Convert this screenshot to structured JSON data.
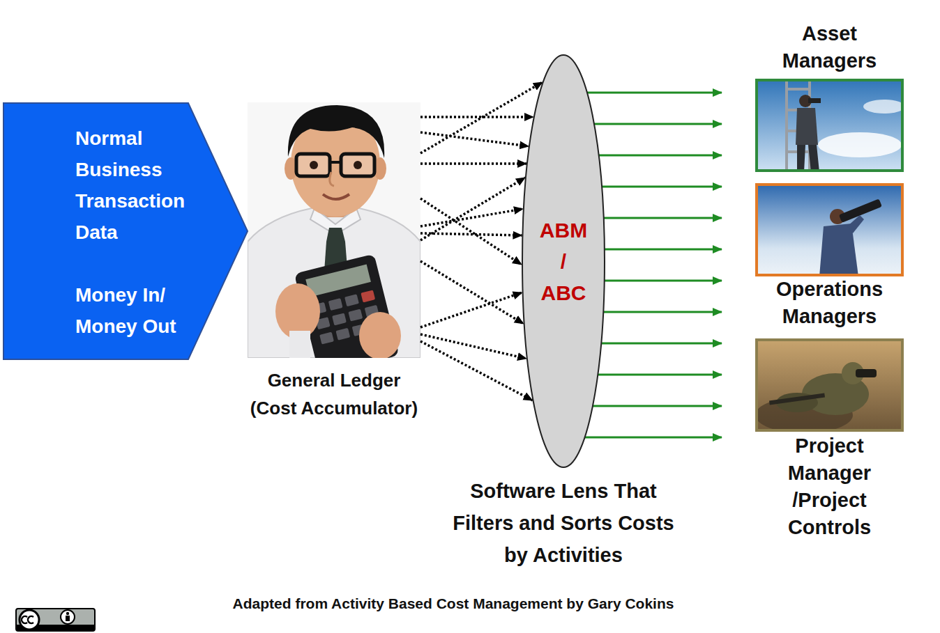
{
  "diagram": {
    "caption": "Adapted from Activity Based Cost Management by Gary Cokins",
    "nodes": [
      {
        "text": [
          "Normal Business Transaction Data",
          "Money In/ Money Out"
        ]
      },
      {
        "text": [
          "General Ledger (Cost Accumulator)"
        ]
      },
      {
        "text": [
          "ABM / ABC",
          "Software Lens That Filters and Sorts Costs by Activities"
        ]
      },
      {
        "text": [
          "Asset Managers"
        ]
      },
      {
        "text": [
          "Operations Managers"
        ]
      },
      {
        "text": [
          "Project Manager /Project Controls"
        ]
      }
    ],
    "edges": [
      {
        "from": 1,
        "to": 2,
        "arrow": "to"
      },
      {
        "from": 1,
        "to": 2,
        "arrow": "to"
      },
      {
        "from": 1,
        "to": 2,
        "arrow": "to"
      },
      {
        "from": 1,
        "to": 2,
        "arrow": "to"
      },
      {
        "from": 1,
        "to": 2,
        "arrow": "to"
      },
      {
        "from": 1,
        "to": 2,
        "arrow": "to"
      },
      {
        "from": 1,
        "to": 2,
        "arrow": "to"
      },
      {
        "from": 1,
        "to": 2,
        "arrow": "to"
      },
      {
        "from": 1,
        "to": 2,
        "arrow": "to"
      },
      {
        "from": 1,
        "to": 2,
        "arrow": "to"
      },
      {
        "from": 1,
        "to": 2,
        "arrow": "to"
      },
      {
        "from": 1,
        "to": 2,
        "arrow": "to"
      }
    ]
  }
}
